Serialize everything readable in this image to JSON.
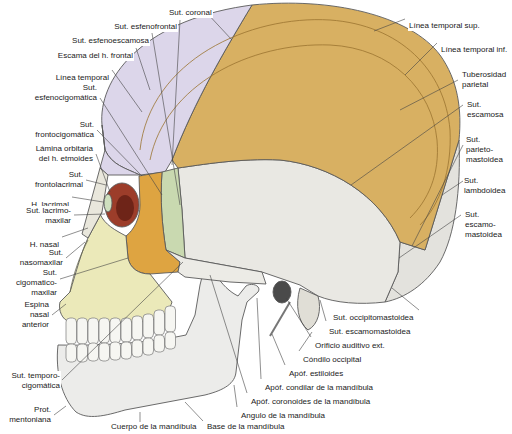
{
  "diagram": {
    "labels": [
      "Sut. coronal",
      "Sut. esfenofrontal",
      "Sut. esfenoescamosa",
      "Escama del h. frontal",
      "Línea temporal",
      "Sut. esfenocigomática",
      "Sut. frontocigomática",
      "Lámina orbitaria del h. etmoides",
      "Sut. frontolacrimal",
      "H. lacrimal",
      "Sut. lacrimo-maxilar",
      "H. nasal",
      "Sut. nasomaxilar",
      "Sut. cigomatico-maxilar",
      "Espina nasal anterior",
      "Sut. temporo-cigomática",
      "Prot. mentoniana",
      "Línea temporal sup.",
      "Línea temporal inf.",
      "Tuberosidad parietal",
      "Sut. escamosa",
      "Sut. parieto-mastoidea",
      "Sut. lambdoidea",
      "Sut. escamo-mastoidea",
      "Sut. occipitomastoidea",
      "Sut. escamomastoidea",
      "Orificio auditivo ext.",
      "Cóndilo occipital",
      "Apóf. estiloides",
      "Apóf. condilar de la mandíbula",
      "Apóf. coronoides de la mandíbula",
      "Angulo de la mandíbula",
      "Base de la mandíbula",
      "Cuerpo de la mandíbula"
    ]
  }
}
